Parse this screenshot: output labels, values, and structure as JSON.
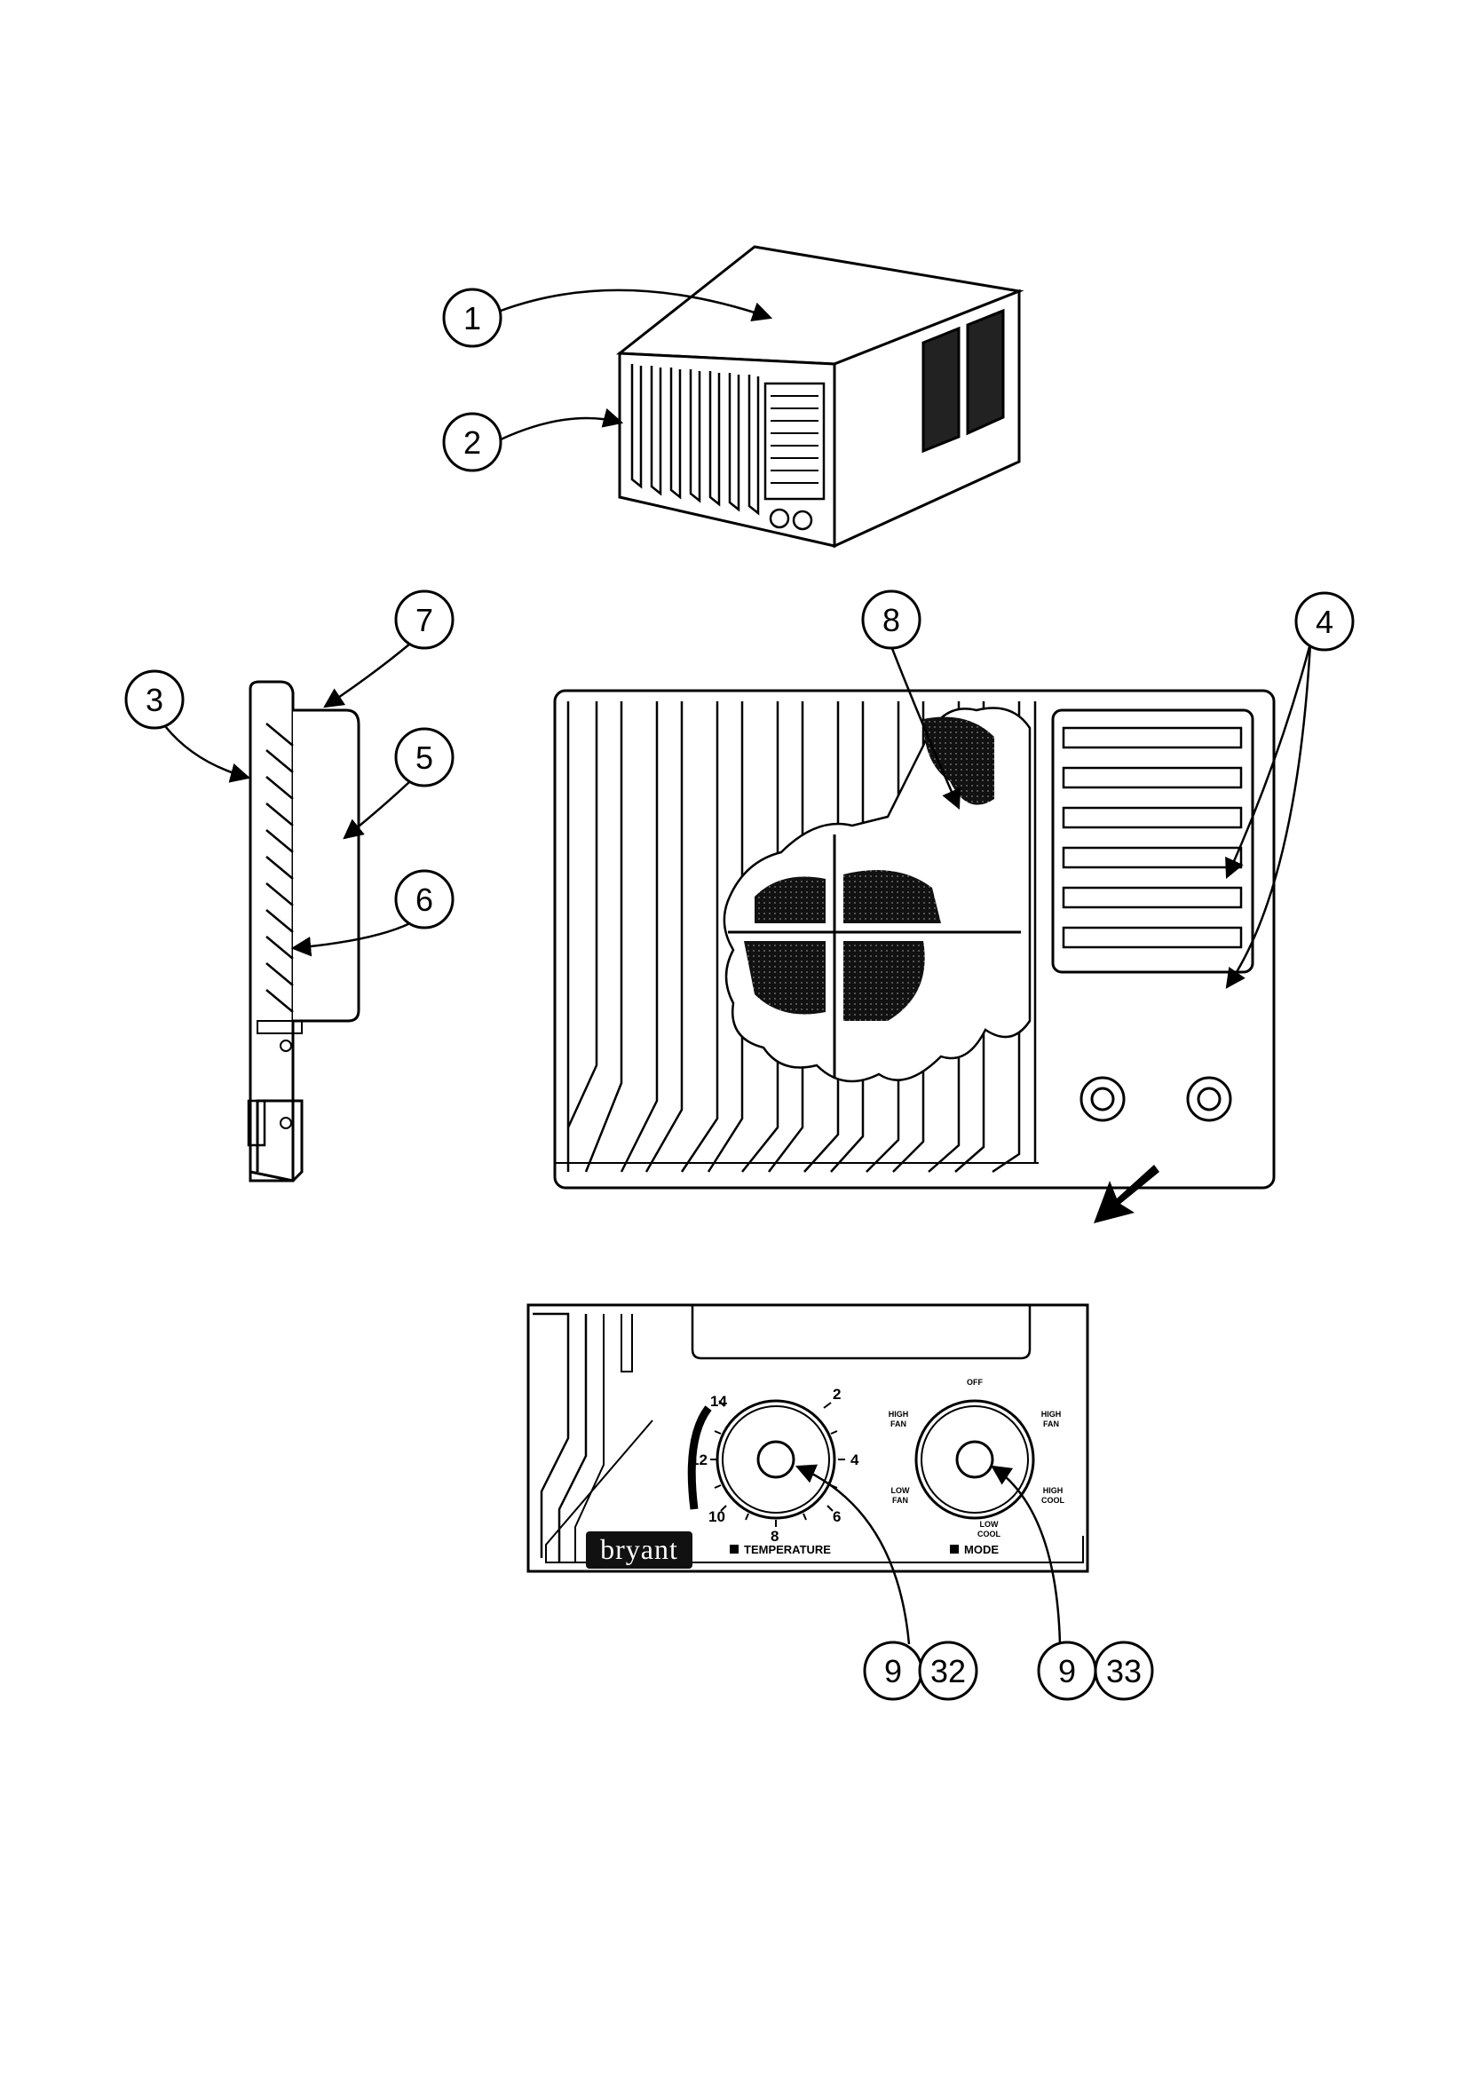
{
  "callouts": {
    "c1": "1",
    "c2": "2",
    "c3": "3",
    "c4": "4",
    "c5": "5",
    "c6": "6",
    "c7": "7",
    "c8": "8",
    "c9a": "9",
    "c32": "32",
    "c9b": "9",
    "c33": "33"
  },
  "control_panel": {
    "brand": "bryant",
    "temperature": {
      "caption": "TEMPERATURE",
      "ticks": [
        "14",
        "2",
        "12",
        "4",
        "10",
        "8",
        "6"
      ]
    },
    "mode": {
      "caption": "MODE",
      "positions": {
        "off": "OFF",
        "high_fan_l1": "HIGH",
        "high_fan_l2": "FAN",
        "high_fan_r1": "HIGH",
        "high_fan_r2": "FAN",
        "low_fan_1": "LOW",
        "low_fan_2": "FAN",
        "high_cool_1": "HIGH",
        "high_cool_2": "COOL",
        "low_cool_1": "LOW",
        "low_cool_2": "COOL"
      }
    }
  },
  "colors": {
    "ink": "#000000",
    "paper": "#ffffff",
    "screen": "#222222"
  }
}
